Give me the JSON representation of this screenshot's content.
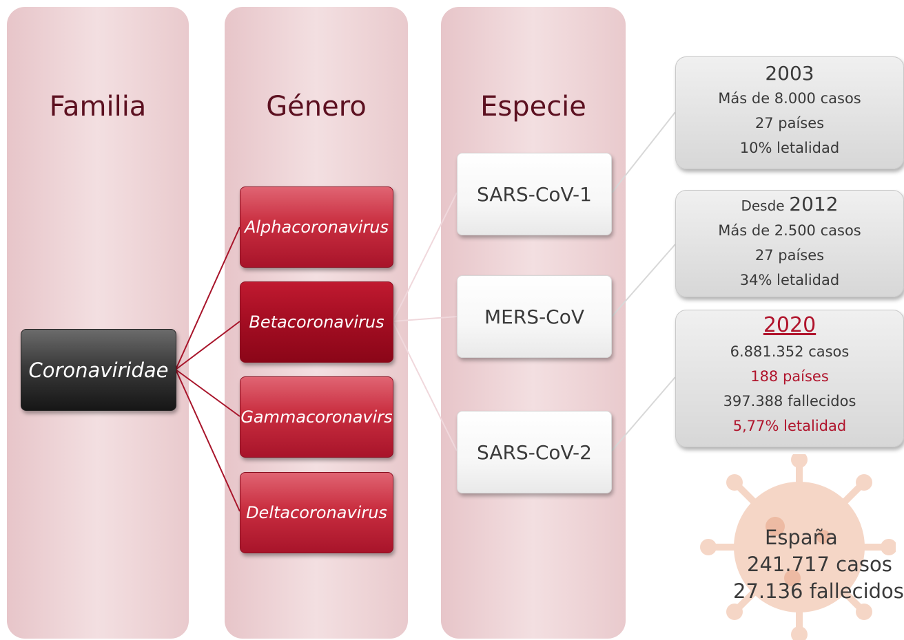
{
  "columns": {
    "familia": "Familia",
    "genero": "Género",
    "especie": "Especie"
  },
  "familia": {
    "name": "Coronaviridae"
  },
  "generos": [
    "Alphacoronavirus",
    "Betacoronavirus",
    "Gammacoronavirs",
    "Deltacoronavirus"
  ],
  "especies": [
    "SARS-CoV-1",
    "MERS-CoV",
    "SARS-CoV-2"
  ],
  "info": {
    "sars1": {
      "year": "2003",
      "cases": "Más de 8.000 casos",
      "countries": "27 países",
      "lethality": "10% letalidad"
    },
    "mers": {
      "prefix": "Desde",
      "year": "2012",
      "cases": "Más de 2.500 casos",
      "countries": "27 países",
      "lethality": "34% letalidad"
    },
    "sars2": {
      "year": "2020",
      "cases": "6.881.352 casos",
      "countries": "188 países",
      "deaths": "397.388 fallecidos",
      "lethality": "5,77% letalidad"
    }
  },
  "spain": {
    "name": "España",
    "cases": "241.717 casos",
    "deaths": "27.136 fallecidos"
  },
  "colors": {
    "dark_red": "#5c1020",
    "accent_red": "#b0142c",
    "genus_red": "#c92e40"
  }
}
